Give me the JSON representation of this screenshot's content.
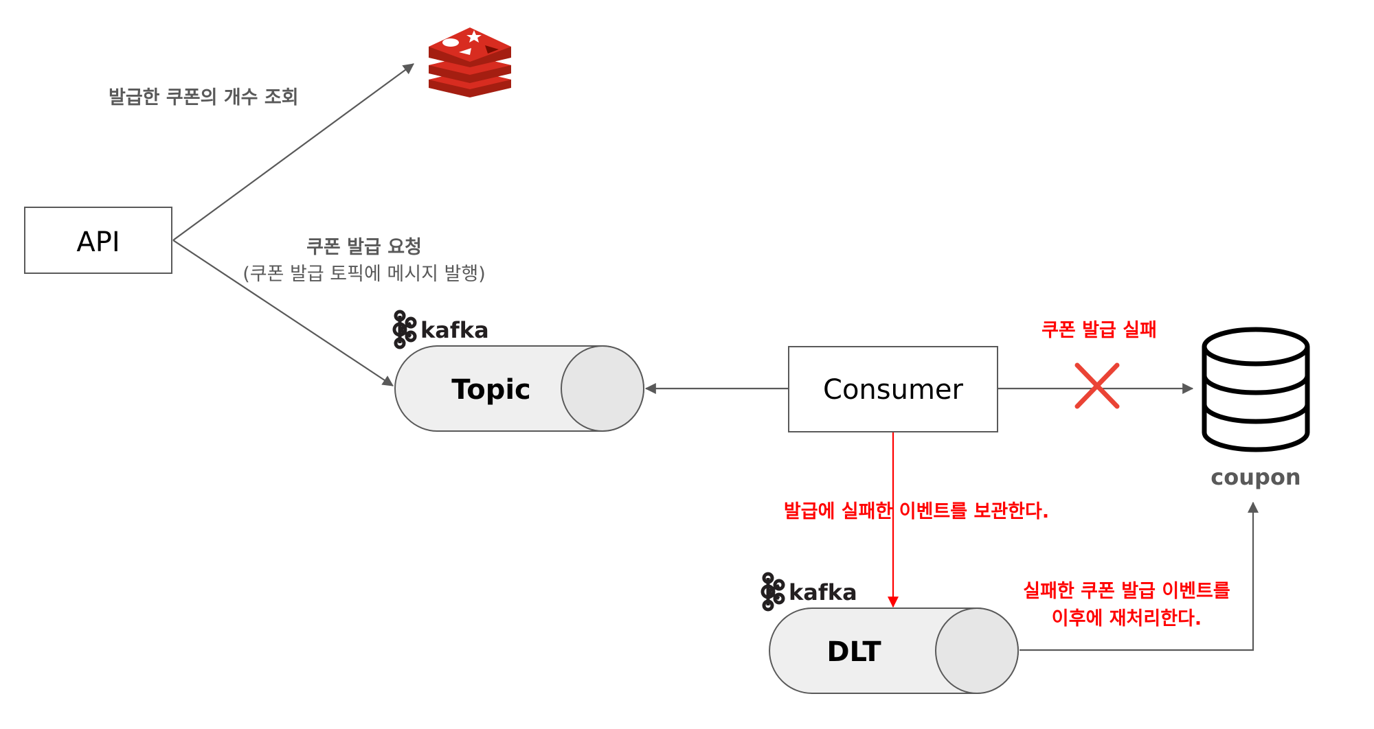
{
  "nodes": {
    "api": {
      "label": "API"
    },
    "topic": {
      "label": "Topic"
    },
    "consumer": {
      "label": "Consumer"
    },
    "dlt": {
      "label": "DLT"
    },
    "coupon_db": {
      "label": "coupon"
    }
  },
  "logos": {
    "kafka_topic": {
      "word": "kafka",
      "icon": "kafka-icon"
    },
    "kafka_dlt": {
      "word": "kafka",
      "icon": "kafka-icon"
    },
    "redis": {
      "icon": "redis-icon"
    }
  },
  "edges": {
    "api_to_redis": {
      "label": "발급한 쿠폰의 개수 조회"
    },
    "api_to_topic": {
      "label_line1": "쿠폰 발급 요청",
      "label_line2": "(쿠폰 발급 토픽에 메시지 발행)"
    },
    "consumer_to_coupon": {
      "label": "쿠폰 발급 실패",
      "status_icon": "x-mark-icon"
    },
    "consumer_to_dlt": {
      "label": "발급에 실패한 이벤트를 보관한다."
    },
    "dlt_to_coupon": {
      "label_line1": "실패한 쿠폰 발급 이벤트를",
      "label_line2": "이후에 재처리한다."
    }
  },
  "colors": {
    "edge": "#595959",
    "error": "#ff0000",
    "cylinder_fill": "#efefef",
    "redis": "#d82c20",
    "label_gray": "#595959"
  }
}
